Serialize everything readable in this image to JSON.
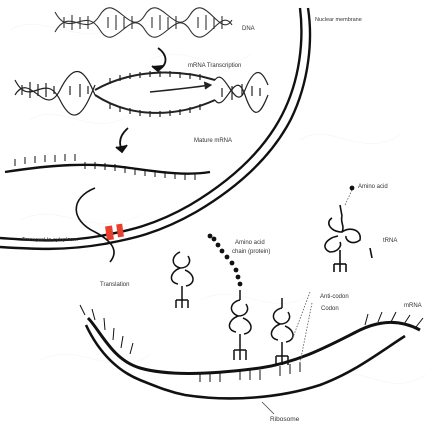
{
  "labels": {
    "dna": "DNA",
    "nuclear_membrane": "Nuclear membrane",
    "mrna_transcription": "mRNA Transcription",
    "mature_mrna": "Mature mRNA",
    "amino_acid": "Amino acid",
    "amino_acid_chain_line1": "Amino acid",
    "amino_acid_chain_line2": "chain (protein)",
    "trna": "tRNA",
    "transport_to_cytoplasm": "Transport to cytoplasm",
    "translation": "Translation",
    "anti_codon": "Anti-codon",
    "codon": "Codon",
    "mrna": "mRNA",
    "ribosome": "Ribosome"
  },
  "colors": {
    "line": "#111111",
    "pore": "#e8402c",
    "background": "#ffffff",
    "text": "#333333"
  },
  "icons": {
    "dna": "double-helix",
    "trna": "clover-leaf",
    "pore": "nuclear-pore"
  }
}
